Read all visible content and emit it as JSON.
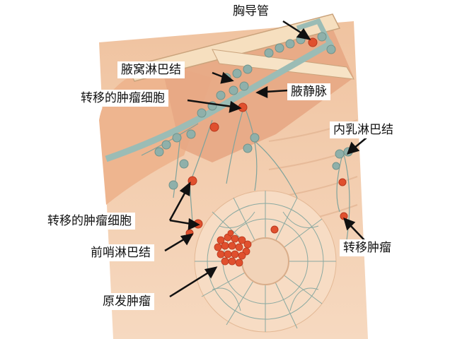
{
  "labels": {
    "thoracic_duct": "胸导管",
    "axillary_nodes": "腋窝淋巴结",
    "axillary_vein": "腋静脉",
    "metastatic_cells_upper": "转移的肿瘤细胞",
    "internal_mammary_nodes": "内乳淋巴结",
    "metastatic_cells_lower": "转移的肿瘤细胞",
    "sentinel_node": "前哨淋巴结",
    "metastatic_tumor": "转移肿瘤",
    "primary_tumor": "原发肿瘤"
  },
  "colors": {
    "skin": "#f3c9a6",
    "muscle": "#e9a57f",
    "vessel": "#8fb4ad",
    "node": "#8fb0aa",
    "tumor": "#e0502e",
    "areola": "#f2d3b8"
  }
}
